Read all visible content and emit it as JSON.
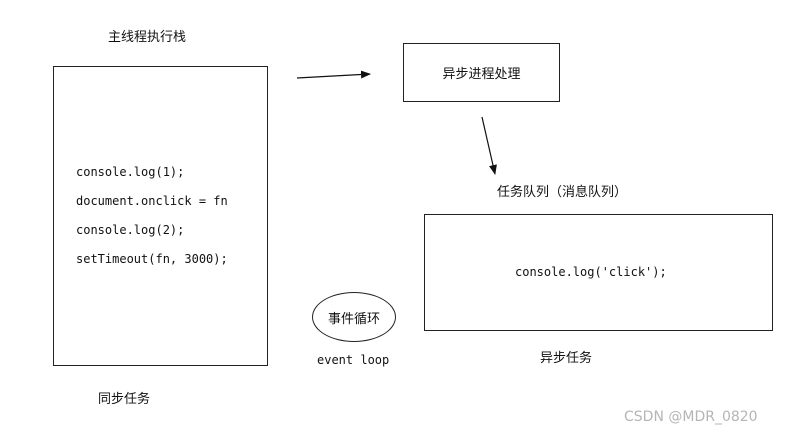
{
  "main_stack": {
    "title": "主线程执行栈",
    "caption": "同步任务",
    "code_lines": [
      "console.log(1);",
      "document.onclick = fn",
      "console.log(2);",
      "setTimeout(fn, 3000);"
    ]
  },
  "async_process": {
    "label": "异步进程处理"
  },
  "task_queue": {
    "title": "任务队列（消息队列）",
    "caption": "异步任务",
    "code_lines": [
      "console.log('click');"
    ]
  },
  "event_loop": {
    "label": "事件循环",
    "caption": "event loop"
  },
  "watermark": "CSDN @MDR_0820"
}
